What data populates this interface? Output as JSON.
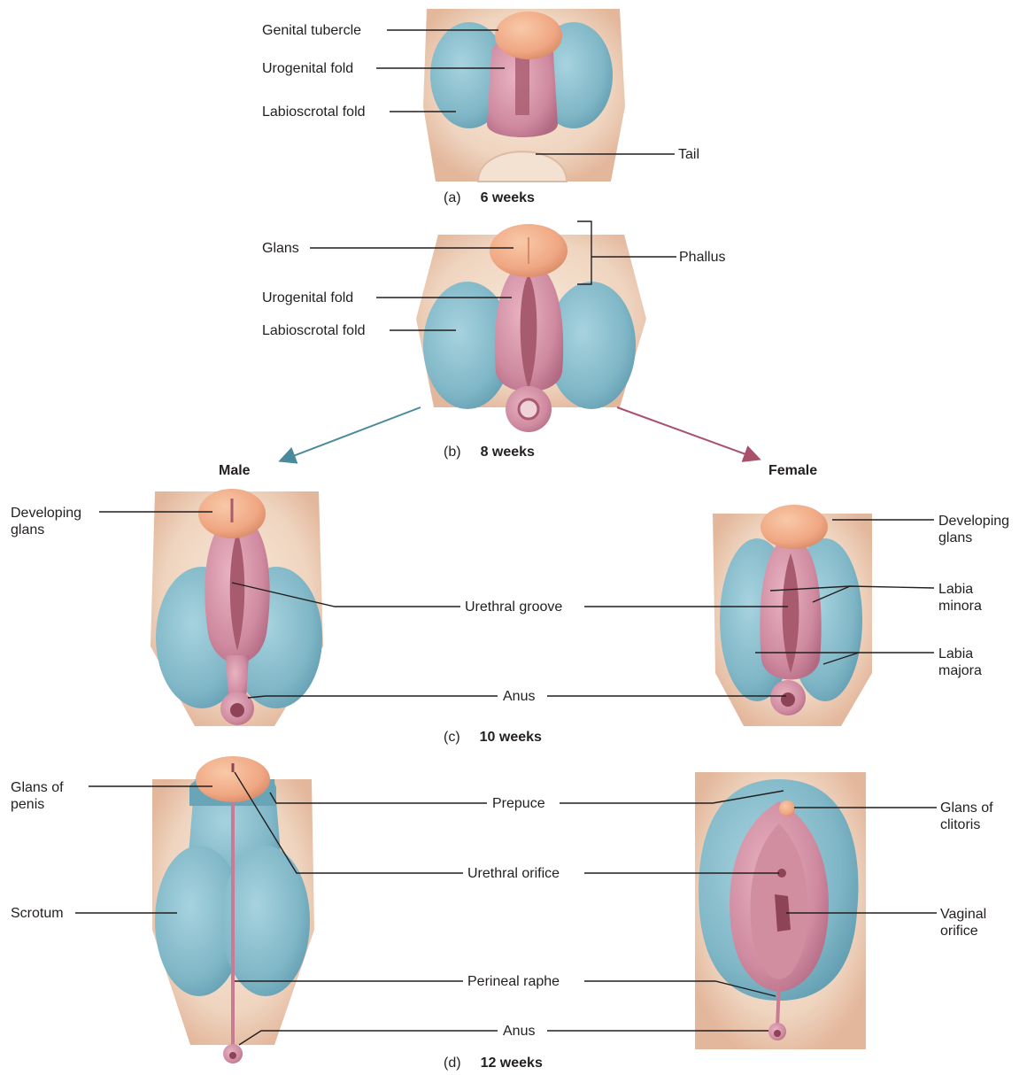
{
  "colors": {
    "skin": "#f1dccb",
    "skin_shadow": "#e2b9a0",
    "glans": "#f0a783",
    "fold_pink": "#c97b93",
    "fold_inner": "#a85a6e",
    "labioscrotal": "#7fb6c6",
    "labioscrotal_dark": "#5e9aae",
    "arrow_male": "#4a8a9c",
    "arrow_female": "#a9506b"
  },
  "stages": {
    "a": {
      "letter": "(a)",
      "age": "6 weeks"
    },
    "b": {
      "letter": "(b)",
      "age": "8 weeks"
    },
    "c": {
      "letter": "(c)",
      "age": "10 weeks"
    },
    "d": {
      "letter": "(d)",
      "age": "12 weeks"
    }
  },
  "sex": {
    "male": "Male",
    "female": "Female"
  },
  "labels": {
    "a_genital_tubercle": "Genital tubercle",
    "a_urogenital_fold": "Urogenital fold",
    "a_labioscrotal_fold": "Labioscrotal fold",
    "a_tail": "Tail",
    "b_glans": "Glans",
    "b_phallus": "Phallus",
    "b_urogenital_fold": "Urogenital fold",
    "b_labioscrotal_fold": "Labioscrotal fold",
    "c_developing_glans_m": "Developing glans",
    "c_developing_glans_f": "Developing glans",
    "c_urethral_groove": "Urethral groove",
    "c_labia_minora": "Labia minora",
    "c_labia_majora": "Labia majora",
    "c_anus": "Anus",
    "d_glans_of_penis": "Glans of penis",
    "d_prepuce": "Prepuce",
    "d_glans_of_clitoris": "Glans of clitoris",
    "d_urethral_orifice": "Urethral orifice",
    "d_scrotum": "Scrotum",
    "d_vaginal_orifice": "Vaginal orifice",
    "d_perineal_raphe": "Perineal raphe",
    "d_anus": "Anus"
  }
}
